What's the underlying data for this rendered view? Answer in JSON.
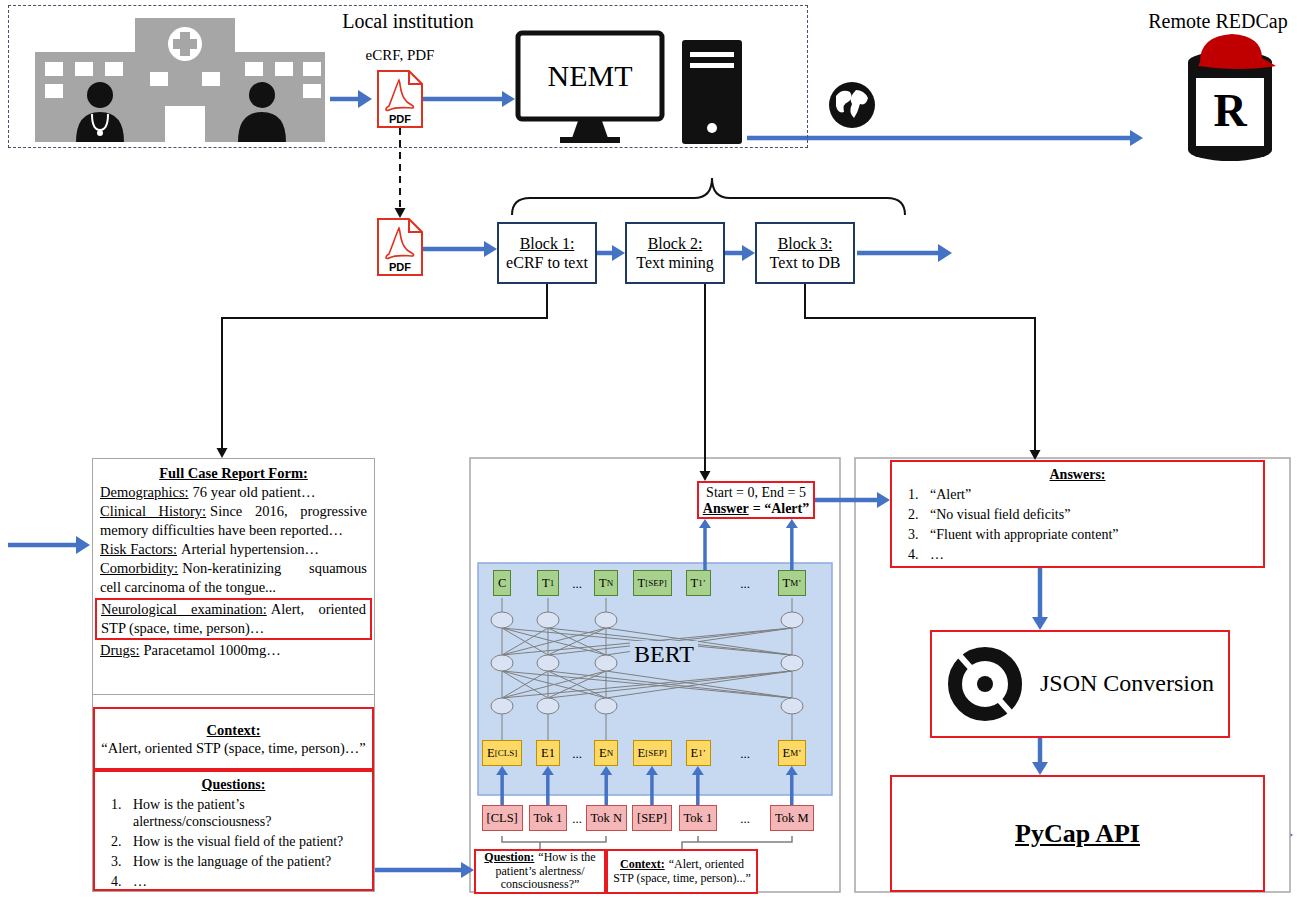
{
  "diagram": {
    "nodes": [
      {
        "text": [
          "Local institution"
        ]
      },
      {
        "text": [
          "eCRF, PDF",
          "PDF"
        ],
        "in": 0
      },
      {
        "text": [
          "NEMT"
        ],
        "in": 0
      },
      {
        "text": [
          "Remote REDCap"
        ]
      },
      {
        "text": [
          "PDF"
        ]
      },
      {
        "text": [
          "Block 1:",
          "eCRF to text"
        ]
      },
      {
        "text": [
          "Block 2:",
          "Text mining"
        ]
      },
      {
        "text": [
          "Block 3:",
          "Text to DB"
        ]
      },
      {
        "text": [
          "Full Case Report Form:",
          "Demographics:",
          "76 year old patient…",
          "Clinical History:",
          "Since 2016, progressive memory difficulties have been reported…",
          "Risk Factors:",
          "Arterial hypertension…",
          "Comorbidity:",
          "Non-keratinizing squamous cell carcinoma of the tongue...",
          "Drugs:",
          "Paracetamol 1000mg…"
        ]
      },
      {
        "text": [
          "Neurological examination:",
          "Alert, oriented STP (space, time, person)…"
        ],
        "in": 8
      },
      {
        "text": [
          "Context:",
          "“Alert, oriented STP (space, time, person)…”"
        ],
        "in": 8
      },
      {
        "text": [
          "Questions:",
          "1.",
          "How is the patient’s alertness/consciousness?",
          "2.",
          "How is the visual field of the patient?",
          "3.",
          "How is the language of the patient?",
          "4.",
          "…"
        ],
        "in": 8
      },
      {
        "text": [
          "Start = 0, End = 5",
          "Answer",
          "= “Alert”"
        ]
      },
      {
        "text": [
          "BERT"
        ]
      },
      {
        "text": [
          "C"
        ],
        "in": 13
      },
      {
        "text": [
          "T",
          "1"
        ],
        "in": 13
      },
      {
        "text": [
          "T",
          "N"
        ],
        "in": 13
      },
      {
        "text": [
          "T",
          "[SEP]"
        ],
        "in": 13
      },
      {
        "text": [
          "T",
          "1’"
        ],
        "in": 13
      },
      {
        "text": [
          "T",
          "M’"
        ],
        "in": 13
      },
      {
        "text": [
          "E",
          "[CLS]"
        ],
        "in": 13
      },
      {
        "text": [
          "E1"
        ],
        "in": 13
      },
      {
        "text": [
          "E",
          "N"
        ],
        "in": 13
      },
      {
        "text": [
          "E",
          "[SEP]"
        ],
        "in": 13
      },
      {
        "text": [
          "E",
          "1’"
        ],
        "in": 13
      },
      {
        "text": [
          "E",
          "M’"
        ],
        "in": 13
      },
      {
        "text": [
          "[CLS]"
        ]
      },
      {
        "text": [
          "Tok 1"
        ]
      },
      {
        "text": [
          "Tok N"
        ]
      },
      {
        "text": [
          "[SEP]"
        ]
      },
      {
        "text": [
          "Tok 1"
        ]
      },
      {
        "text": [
          "Tok M"
        ]
      },
      {
        "text": [
          "Question:",
          "“How is the patient’s alertness/ consciousness?”"
        ]
      },
      {
        "text": [
          "Context:",
          "“Alert, oriented STP (space, time, person)...”"
        ]
      },
      {
        "text": [
          "Answers:",
          "1.",
          "“Alert”",
          "2.",
          "“No visual field deficits”",
          "3.",
          "“Fluent with appropriate content”",
          "4.",
          "…"
        ]
      },
      {
        "text": [
          "JSON Conversion"
        ]
      },
      {
        "text": [
          "PyCap API"
        ]
      }
    ],
    "edges": [
      {
        "from": 1,
        "to": 2,
        "arrow": "to"
      },
      {
        "from": 2,
        "to": 3,
        "arrow": "to"
      },
      {
        "from": 1,
        "to": 4,
        "arrow": "to"
      },
      {
        "from": 4,
        "to": 5,
        "arrow": "to"
      },
      {
        "from": 5,
        "to": 6,
        "arrow": "to"
      },
      {
        "from": 6,
        "to": 7,
        "arrow": "to"
      },
      {
        "from": 5,
        "to": 8,
        "arrow": "to"
      },
      {
        "from": 6,
        "to": 12,
        "arrow": "to"
      },
      {
        "from": 7,
        "to": 34,
        "arrow": "to"
      },
      {
        "from": 9,
        "to": 10,
        "arrow": "to"
      },
      {
        "from": 11,
        "to": 32,
        "arrow": "to"
      },
      {
        "from": 12,
        "to": 34,
        "arrow": "to"
      },
      {
        "from": 26,
        "to": 20,
        "arrow": "to"
      },
      {
        "from": 27,
        "to": 21,
        "arrow": "to"
      },
      {
        "from": 28,
        "to": 22,
        "arrow": "to"
      },
      {
        "from": 29,
        "to": 23,
        "arrow": "to"
      },
      {
        "from": 30,
        "to": 24,
        "arrow": "to"
      },
      {
        "from": 31,
        "to": 25,
        "arrow": "to"
      },
      {
        "from": 18,
        "to": 12,
        "arrow": "to"
      },
      {
        "from": 19,
        "to": 12,
        "arrow": "to"
      },
      {
        "from": 34,
        "to": 35,
        "arrow": "to"
      },
      {
        "from": 35,
        "to": 36,
        "arrow": "to"
      }
    ],
    "labels": [
      "R",
      "...",
      "...",
      "...",
      "...",
      "...",
      "..."
    ]
  }
}
